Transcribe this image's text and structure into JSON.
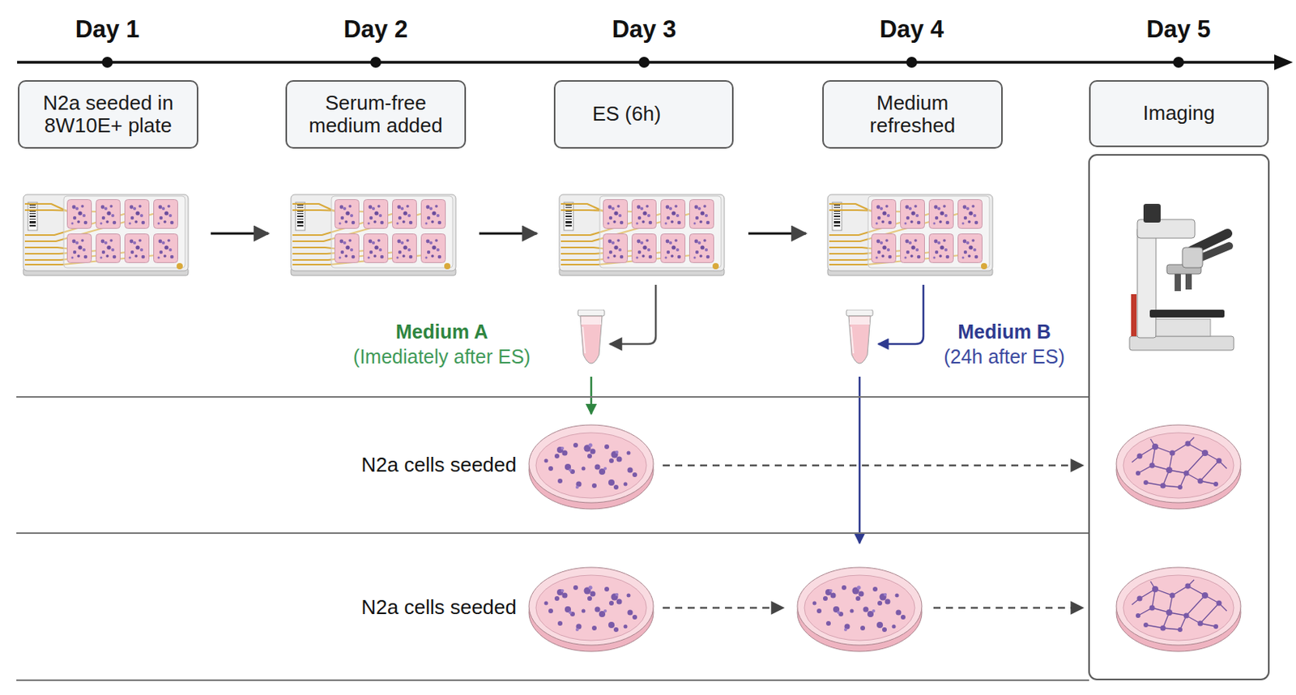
{
  "diagram": {
    "nodes": [
      {
        "text": [
          "N2a seeded in 8W10E+ plate"
        ]
      },
      {
        "text": [
          "Serum-free medium added"
        ]
      },
      {
        "text": [
          "ES (6h)"
        ]
      },
      {
        "text": [
          "Medium refreshed"
        ]
      },
      {
        "text": [
          "Imaging"
        ]
      }
    ],
    "labels": [
      "Day 1",
      "Day 2",
      "Day 3",
      "Day 4",
      "Day 5",
      "Medium A",
      "(Imediately after ES)",
      "Medium B",
      "(24h after ES)",
      "N2a cells seeded",
      "N2a cells seeded"
    ]
  }
}
